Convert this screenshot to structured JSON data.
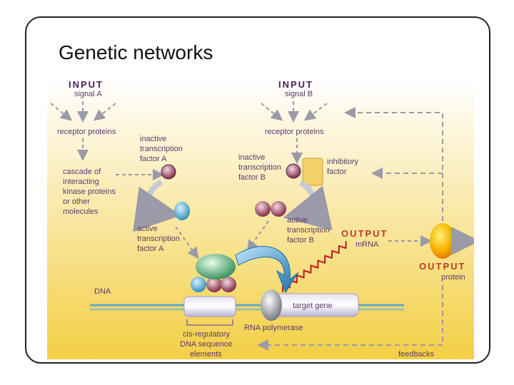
{
  "slide": {
    "title": "Genetic networks"
  },
  "colors": {
    "input": "#4a1f5c",
    "output": "#c0392b",
    "panel_top": "#ffffff",
    "panel_bottom": "#f3cf45",
    "arrow": "#9a9aa8"
  },
  "inputs": [
    {
      "heading": "INPUT",
      "sub": "signal A"
    },
    {
      "heading": "INPUT",
      "sub": "signal B"
    }
  ],
  "labels": {
    "receptor_a": "receptor proteins",
    "receptor_b": "receptor proteins",
    "cascade": [
      "cascade of",
      "interacting",
      "kinase proteins",
      "or other",
      "molecules"
    ],
    "inactive_a": [
      "inactive",
      "transcription",
      "factor A"
    ],
    "inactive_b": [
      "inactive",
      "transcription",
      "factor B"
    ],
    "inhibitory": [
      "inhibitory",
      "factor"
    ],
    "active_a": [
      "active",
      "transcription",
      "factor A"
    ],
    "active_b": [
      "active",
      "transcription",
      "factor B"
    ],
    "dna": "DNA",
    "target_gene": "target gene",
    "rna_polymerase": "RNA polymerase",
    "cis_regulatory": [
      "cis-regulatory",
      "DNA sequence",
      "elements"
    ],
    "feedbacks": "feedbacks"
  },
  "outputs": [
    {
      "heading": "OUTPUT",
      "sub": "mRNA"
    },
    {
      "heading": "OUTPUT",
      "sub": "protein"
    }
  ]
}
